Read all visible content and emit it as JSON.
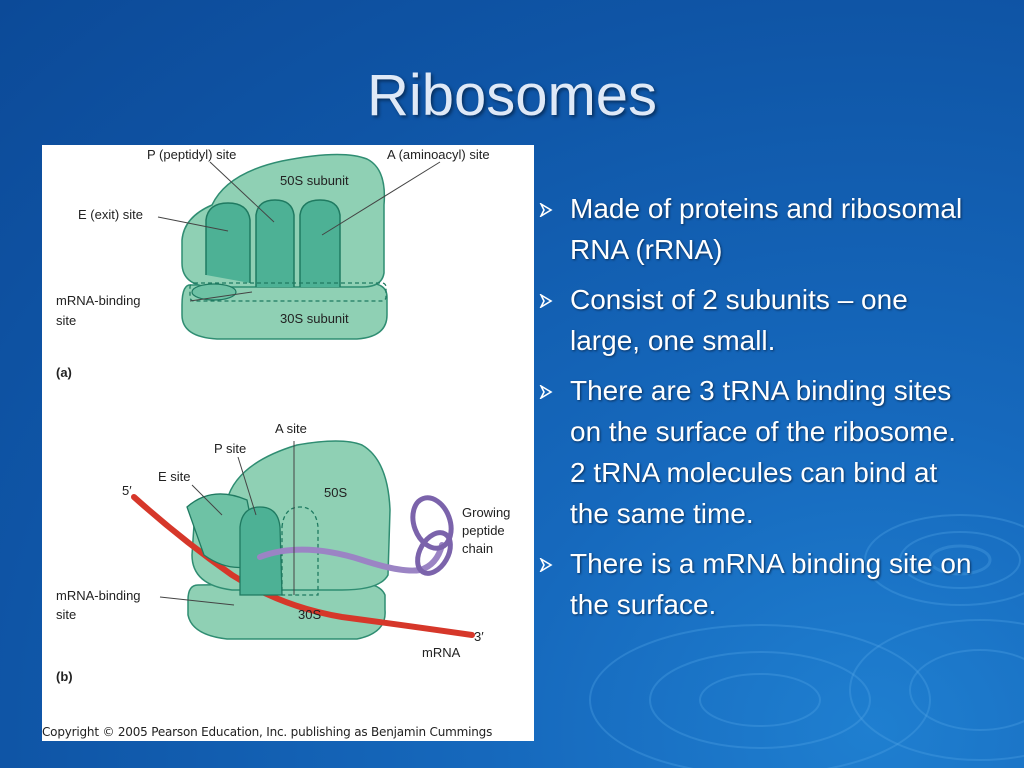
{
  "slide": {
    "title": "Ribosomes",
    "bullets": [
      "Made of proteins and ribosomal RNA (rRNA)",
      "Consist of 2 subunits – one large, one small.",
      "There are 3 tRNA binding sites on the surface of the ribosome.  2 tRNA molecules can bind at the same time.",
      "There is a mRNA binding site on the surface."
    ]
  },
  "figure": {
    "panel_a": {
      "p_site": "P (peptidyl) site",
      "a_site": "A (aminoacyl) site",
      "large_subunit": "50S subunit",
      "e_site": "E (exit) site",
      "mrna_site_1": "mRNA-binding",
      "mrna_site_2": "site",
      "small_subunit": "30S subunit",
      "panel_label": "(a)"
    },
    "panel_b": {
      "a_site": "A site",
      "p_site": "P site",
      "e_site": "E site",
      "five_prime": "5′",
      "large_subunit": "50S",
      "growing_1": "Growing",
      "growing_2": "peptide",
      "growing_3": "chain",
      "mrna_site_1": "mRNA-binding",
      "mrna_site_2": "site",
      "small_subunit": "30S",
      "three_prime": "3′",
      "mrna": "mRNA",
      "panel_label": "(b)"
    },
    "copyright": "Copyright © 2005 Pearson Education, Inc. publishing as Benjamin Cummings"
  },
  "colors": {
    "background": "#1669bd",
    "ribosome_fill": "#8fd0b4",
    "ribosome_dark": "#2f9a7e",
    "mrna": "#d6372a",
    "peptide": "#9b84c4"
  }
}
